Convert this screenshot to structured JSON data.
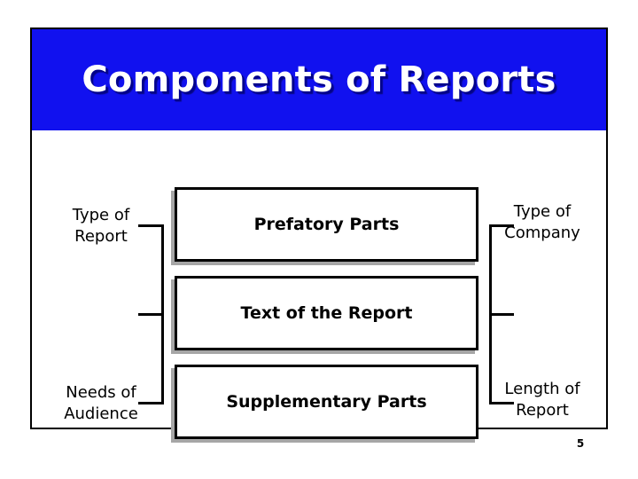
{
  "slide": {
    "title": "Components of Reports",
    "page_number": "5",
    "colors": {
      "title_background": "#1111ef",
      "title_text": "#ffffff",
      "title_shadow": "#00008c",
      "box_border": "#000000",
      "box_fill": "#ffffff",
      "box_shadow": "#a6a6a6",
      "frame_border": "#000000",
      "body_background": "#ffffff"
    }
  },
  "diagram": {
    "center_boxes": [
      {
        "label": "Prefatory Parts"
      },
      {
        "label": "Text of the Report"
      },
      {
        "label": "Supplementary Parts"
      }
    ],
    "left_labels": [
      {
        "label": "Type of\nReport"
      },
      {
        "label": "Needs of\nAudience"
      }
    ],
    "right_labels": [
      {
        "label": "Type of\nCompany"
      },
      {
        "label": "Length of\nReport"
      }
    ]
  }
}
